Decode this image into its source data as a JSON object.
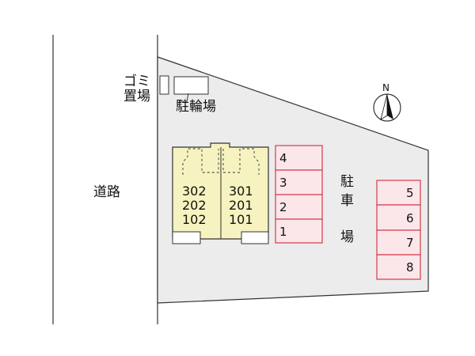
{
  "road": {
    "label": "道路"
  },
  "garbage": {
    "line1": "ゴミ",
    "line2": "置場"
  },
  "bicycle": {
    "label": "駐輪場"
  },
  "compass": {
    "label": "N"
  },
  "parking": {
    "label_chars": [
      "駐",
      "車",
      "場"
    ]
  },
  "building": {
    "left_units": [
      "302",
      "202",
      "102"
    ],
    "right_units": [
      "301",
      "201",
      "101"
    ]
  },
  "slots_center": [
    "4",
    "3",
    "2",
    "1"
  ],
  "slots_right": [
    "5",
    "6",
    "7",
    "8"
  ],
  "colors": {
    "lot": "#ececec",
    "building": "#f6f3c0",
    "slot_fill": "#fbe6ea",
    "slot_border": "#d63a4a",
    "line": "#333333"
  }
}
